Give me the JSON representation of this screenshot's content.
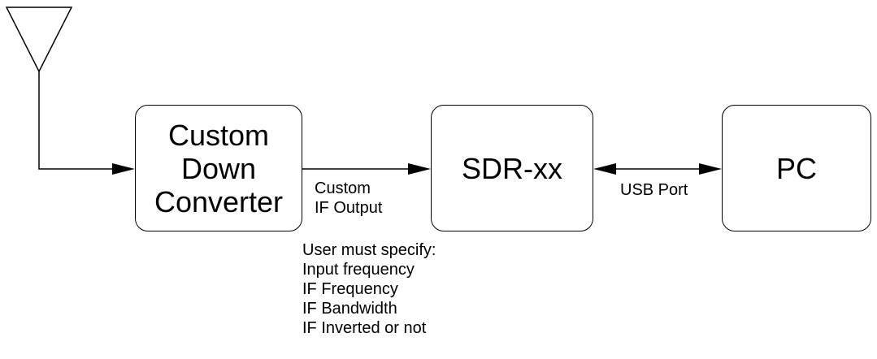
{
  "blocks": {
    "converter": {
      "lines": [
        "Custom",
        "Down",
        "Converter"
      ]
    },
    "sdr": {
      "label": "SDR-xx"
    },
    "pc": {
      "label": "PC"
    }
  },
  "links": {
    "if_output": {
      "lines": [
        "Custom",
        "IF Output"
      ]
    },
    "usb": {
      "label": "USB Port"
    }
  },
  "note": {
    "lines": [
      "User must specify:",
      "Input frequency",
      "IF Frequency",
      "IF Bandwidth",
      "IF Inverted or not"
    ]
  },
  "icons": {
    "antenna": "antenna-icon"
  }
}
